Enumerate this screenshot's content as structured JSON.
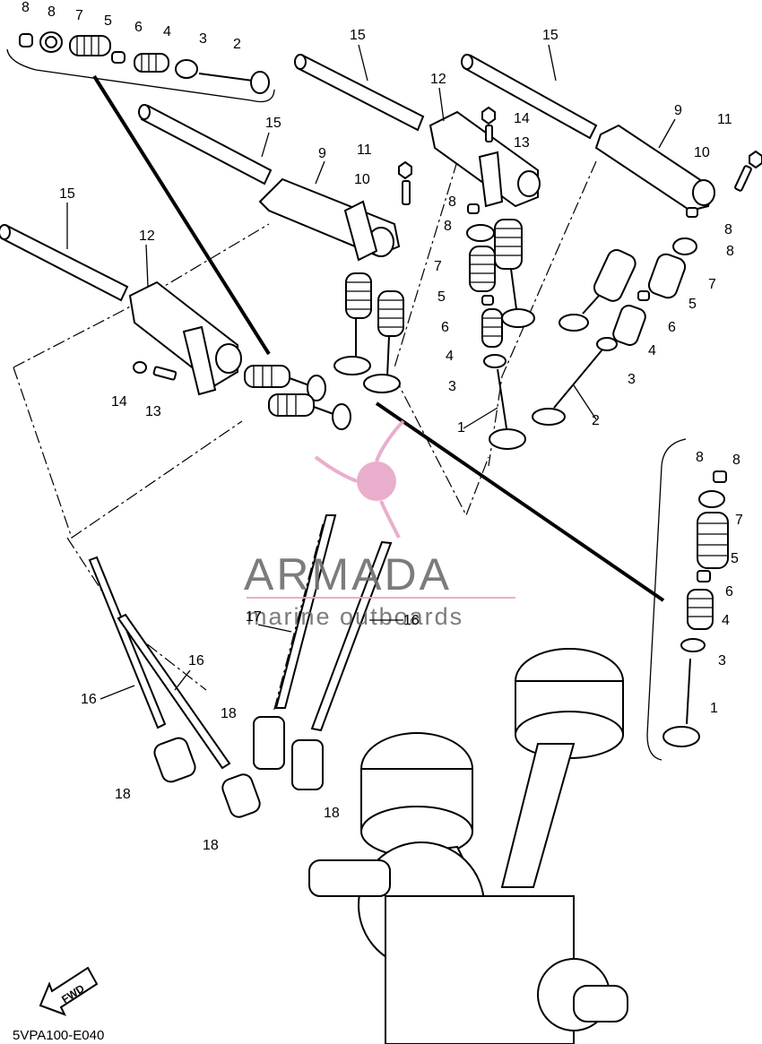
{
  "diagram": {
    "part_code": "5VPA100-E040",
    "fwd_label": "FWD",
    "watermark": {
      "brand": "ARMADA",
      "tagline": "marine outboards",
      "accent_color": "#e8a6c8",
      "text_color": "#6e6e6e"
    },
    "callouts": {
      "c_8a": "8",
      "c_8b": "8",
      "c_7a": "7",
      "c_5a": "5",
      "c_6a": "6",
      "c_4a": "4",
      "c_3a": "3",
      "c_2a": "2",
      "c_15a": "15",
      "c_15b": "15",
      "c_15c": "15",
      "c_15d": "15",
      "c_12a": "12",
      "c_14a": "14",
      "c_13a": "13",
      "c_9a": "9",
      "c_11a": "11",
      "c_10a": "10",
      "c_9b": "9",
      "c_11b": "11",
      "c_10b": "10",
      "c_8c": "8",
      "c_8d": "8",
      "c_7b": "7",
      "c_5b": "5",
      "c_6b": "6",
      "c_4b": "4",
      "c_3b": "3",
      "c_1a": "1",
      "c_12b": "12",
      "c_14b": "14",
      "c_13b": "13",
      "c_8e": "8",
      "c_8f": "8",
      "c_7c": "7",
      "c_5c": "5",
      "c_6c": "6",
      "c_4c": "4",
      "c_3c": "3",
      "c_2b": "2",
      "c_8g": "8",
      "c_8h": "8",
      "c_7d": "7",
      "c_5d": "5",
      "c_6d": "6",
      "c_4d": "4",
      "c_3d": "3",
      "c_1b": "1",
      "c_17": "17",
      "c_16a": "16",
      "c_16b": "16",
      "c_16c": "16",
      "c_18a": "18",
      "c_18b": "18",
      "c_18c": "18",
      "c_18d": "18"
    }
  }
}
